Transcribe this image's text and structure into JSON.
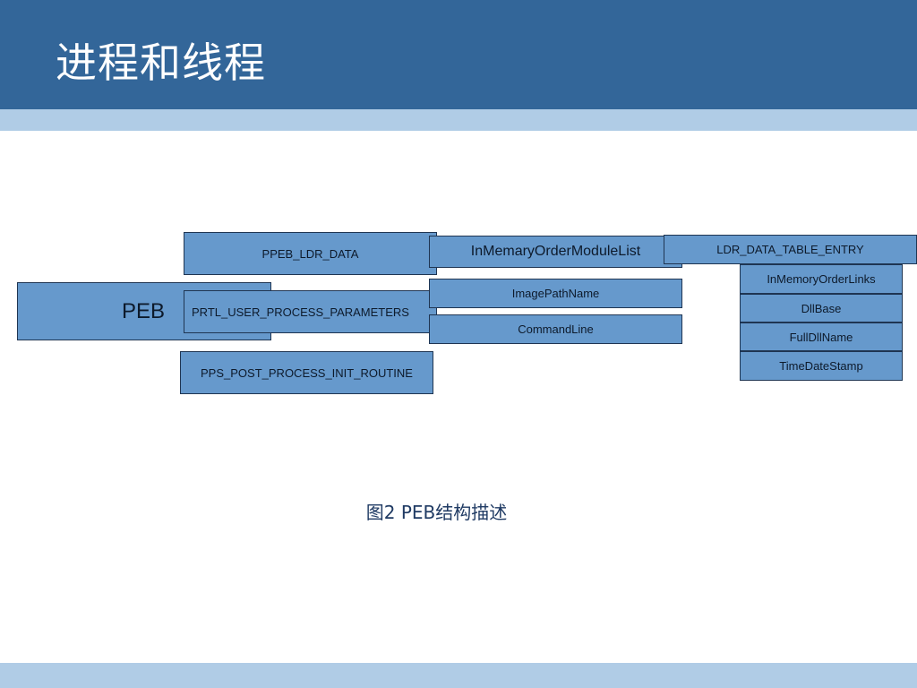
{
  "slide": {
    "title": "进程和线程",
    "caption": "图2 PEB结构描述"
  },
  "diagram": {
    "peb": "PEB",
    "peb_fields": [
      "PPEB_LDR_DATA",
      "PRTL_USER_PROCESS_PARAMETERS",
      "PPS_POST_PROCESS_INIT_ROUTINE"
    ],
    "ldr_data_fields": [
      "InMemaryOrderModuleList"
    ],
    "process_parameters_fields": [
      "ImagePathName",
      "CommandLine"
    ],
    "ldr_entry": {
      "title": "LDR_DATA_TABLE_ENTRY",
      "fields": [
        "InMemoryOrderLinks",
        "DllBase",
        "FullDllName",
        "TimeDateStamp"
      ]
    }
  },
  "colors": {
    "header": "#336699",
    "band": "#b0cce6",
    "box_fill": "#6699cc",
    "box_border": "#1f3552",
    "caption": "#1f3a63"
  }
}
